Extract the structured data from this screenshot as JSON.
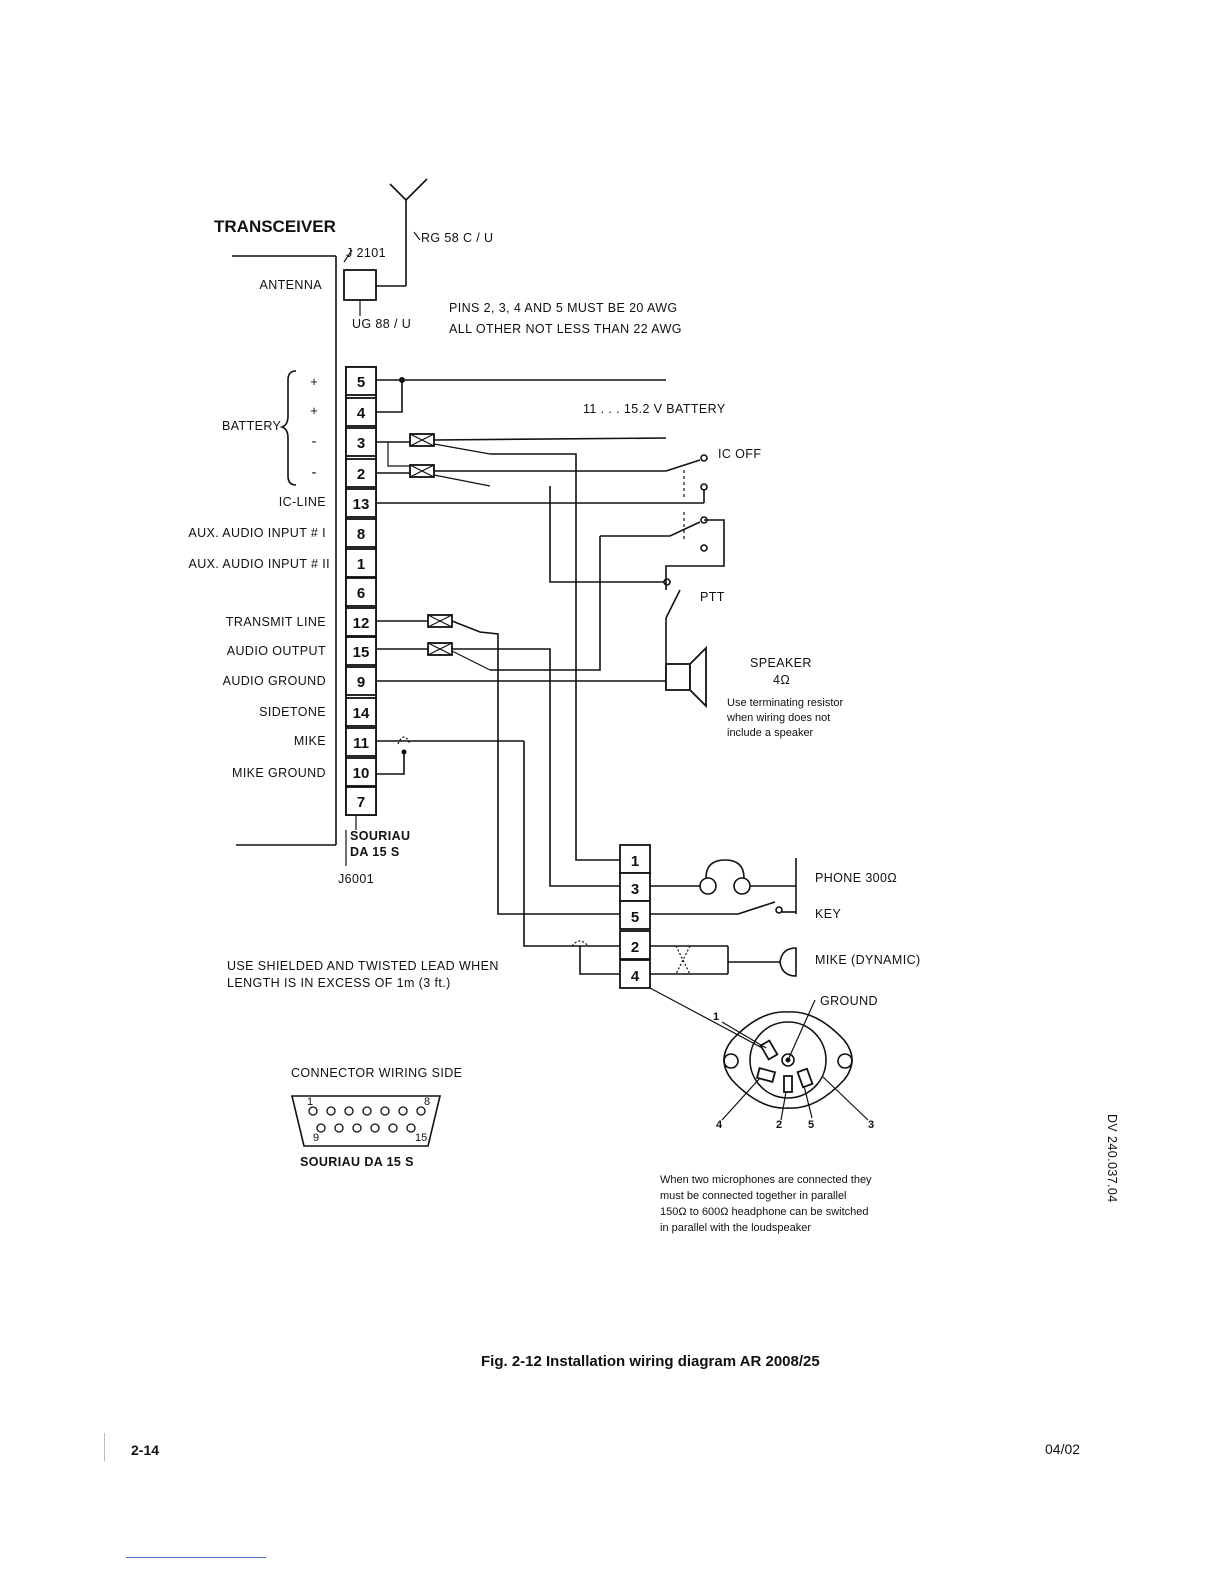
{
  "diagram": {
    "title": "TRANSCEIVER",
    "antenna": {
      "connector": "J 2101",
      "cable": "RG 58 C / U",
      "adapter": "UG 88 / U",
      "label": "ANTENNA"
    },
    "wire_note": [
      "PINS 2, 3, 4 AND 5 MUST BE  20 AWG",
      "ALL OTHER NOT LESS THAN  22 AWG"
    ],
    "battery": {
      "label": "BATTERY",
      "signs": [
        "+",
        "+",
        "-",
        "-"
      ],
      "supply_label": "11 . . . 15.2 V BATTERY"
    },
    "signal_labels": [
      "IC-LINE",
      "AUX. AUDIO INPUT # I",
      "AUX. AUDIO INPUT # II",
      "TRANSMIT  LINE",
      "AUDIO OUTPUT",
      "AUDIO GROUND",
      "SIDETONE",
      "MIKE",
      "MIKE GROUND"
    ],
    "j6001_pins": [
      "5",
      "4",
      "3",
      "2",
      "13",
      "8",
      "1",
      "6",
      "12",
      "15",
      "9",
      "14",
      "11",
      "10",
      "7"
    ],
    "j6001_labels": [
      "SOURIAU",
      "DA 15 S",
      "J6001"
    ],
    "switch_labels": {
      "ic_off": "IC  OFF",
      "ptt": "PTT"
    },
    "speaker": {
      "label": "SPEAKER",
      "impedance": "4Ω",
      "note": [
        "Use terminating resistor",
        "when wiring does not",
        "include a speaker"
      ]
    },
    "headset_pins": [
      "1",
      "3",
      "5",
      "2",
      "4"
    ],
    "headset_labels": {
      "phone": "PHONE 300Ω",
      "key": "KEY",
      "mike": "MIKE (DYNAMIC)",
      "ground": "GROUND"
    },
    "shield_note": [
      "USE SHIELDED AND TWISTED LEAD WHEN",
      "LENGTH IS IN EXCESS OF 1m  (3 ft.)"
    ],
    "connector_side": {
      "title": "CONNECTOR WIRING SIDE",
      "pin_first_top": "1",
      "pin_last_top": "8",
      "pin_first_bottom": "9",
      "pin_last_bottom": "15",
      "name": "SOURIAU  DA 15 S"
    },
    "socket_pins": [
      "1",
      "4",
      "2",
      "5",
      "3"
    ],
    "mic_note": [
      "When two microphones are connected they",
      "must be connected together in parallel",
      "150Ω to 600Ω headphone can be switched",
      "in parallel with the loudspeaker"
    ],
    "doc_code": "DV 240.037.04"
  },
  "caption": "Fig. 2-12     Installation wiring diagram AR 2008/25",
  "footer": {
    "page": "2-14",
    "date": "04/02"
  }
}
